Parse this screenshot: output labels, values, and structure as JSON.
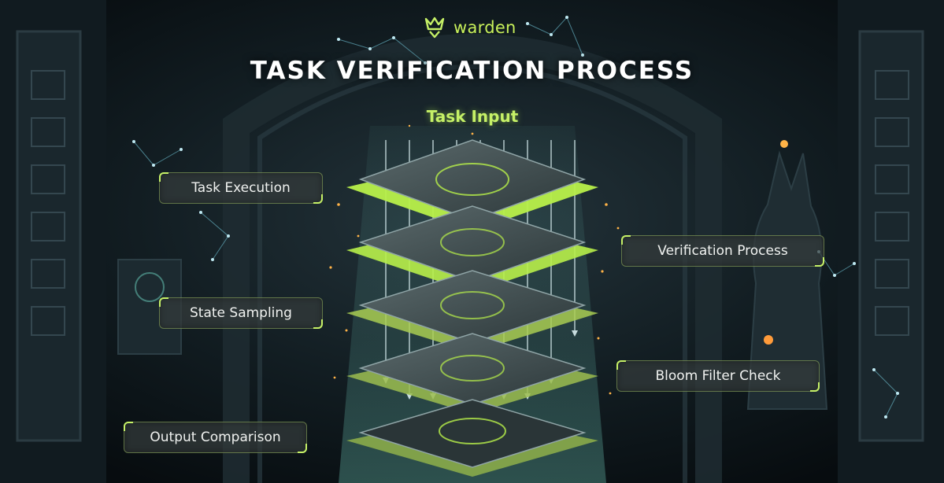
{
  "brand": {
    "name": "warden",
    "icon": "warden-crown-icon",
    "accent": "#c6f167"
  },
  "title": "TASK VERIFICATION PROCESS",
  "input_label": "Task Input",
  "steps": [
    {
      "label": "Task Execution"
    },
    {
      "label": "Verification Process"
    },
    {
      "label": "State Sampling"
    },
    {
      "label": "Bloom Filter Check"
    },
    {
      "label": "Output Comparison"
    }
  ],
  "colors": {
    "background": "#0b1318",
    "glow": "#b8f04a",
    "slab": "#3a474a",
    "panel": "#343c3c"
  }
}
